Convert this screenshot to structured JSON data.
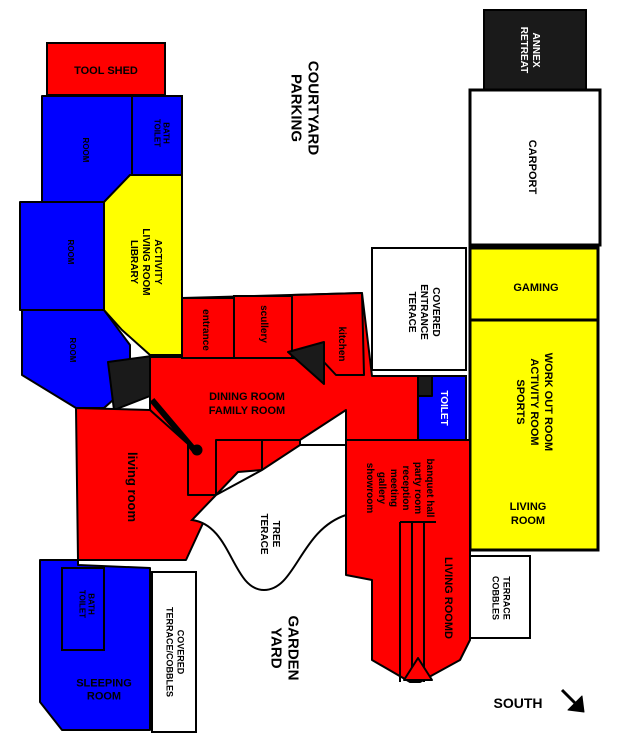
{
  "colors": {
    "red": "#ff0000",
    "blue": "#0000ff",
    "yellow": "#ffff00",
    "black": "#1a1a1a",
    "white": "#ffffff",
    "wall": "#000000"
  },
  "labels": {
    "tool_shed": "TOOL SHED",
    "bath_toilet_top": "BATH\nTOILET",
    "room_top": "ROOM",
    "room_mid": "ROOM",
    "room_low": "ROOM",
    "library": "ACTIVITY\nLIVING ROOM\nLIBRARY",
    "courtyard": "COURTYARD\nPARKING",
    "annex": "ANNEX\nRETREAT",
    "carport": "CARPORT",
    "covered_entrance": "COVERED\nENTRANCE\nTERACE",
    "entrance": "entrance",
    "scullery": "scullery",
    "kitchen": "kitchen",
    "dining": "DINING ROOM\nFAMILY ROOM",
    "gaming": "GAMING",
    "workout": "WORK OUT ROOM\nACTIVITY ROOM\nSPORTS",
    "living_room_yellow": "LIVING\nROOM",
    "toilet": "TOILET",
    "living_room_red": "living room",
    "tree_terace": "TREE\nTERACE",
    "banquet": "banquet hall\nparty room\nreception\nmeeting\ngallery\nshowroom",
    "living_roomd": "LIVING ROOMD",
    "terrace_cobbles": "TERRACE\nCOBBLES",
    "garden_yard": "GARDEN\nYARD",
    "covered_terrace": "COVERED\nTERRACE/COBBLES",
    "bath_toilet_bottom": "BATH\nTOILET",
    "sleeping_room": "SLEEPING\nROOM",
    "south": "SOUTH"
  },
  "icons": {
    "compass": "arrow-down-right-icon"
  }
}
